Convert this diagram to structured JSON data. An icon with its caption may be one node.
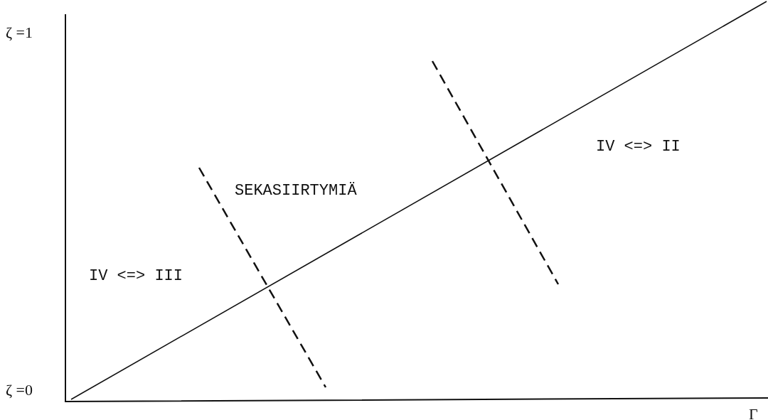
{
  "diagram": {
    "labels": [
      "ζ =1",
      "IV <=> II",
      "SEKASIIRTYMIÄ",
      "IV <=> III",
      "ζ =0",
      "Γ"
    ]
  }
}
